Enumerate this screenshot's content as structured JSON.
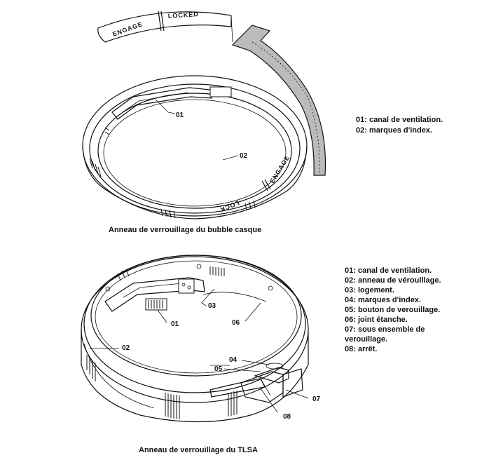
{
  "top": {
    "caption": "Anneau de verrouillage du  bubble casque",
    "ring_marks": {
      "engage": "ENGAGE",
      "locked": "LOCKED",
      "lock": "LOCK"
    },
    "callouts": {
      "c01": "01",
      "c02": "02"
    },
    "legend": [
      "01: canal de ventilation.",
      "02: marques d'index."
    ]
  },
  "bottom": {
    "caption": "Anneau de verrouillage du TLSA",
    "callouts": {
      "c01": "01",
      "c02": "02",
      "c03": "03",
      "c04": "04",
      "c05": "05",
      "c06": "06",
      "c07": "07",
      "c08": "08"
    },
    "legend": [
      "01: canal de ventilation.",
      "02: anneau de véroulllage.",
      "03: logement.",
      "04: marques d'index.",
      "05: bouton de verouillage.",
      "06: joint étanche.",
      "07: sous ensemble de",
      "verouillage.",
      "08: arrêt."
    ]
  }
}
